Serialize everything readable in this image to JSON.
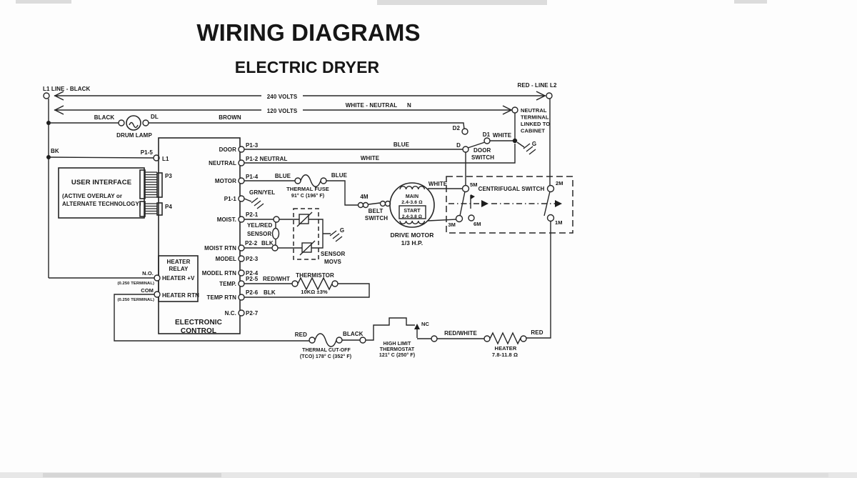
{
  "title": "WIRING DIAGRAMS",
  "subtitle": "ELECTRIC DRYER",
  "power": {
    "l1_line": "L1 LINE - BLACK",
    "l2_line": "RED - LINE L2",
    "volts_240": "240 VOLTS",
    "volts_120": "120 VOLTS",
    "white_neutral": "WHITE - NEUTRAL",
    "n": "N",
    "bk": "BK",
    "neutral_terminal": [
      "NEUTRAL",
      "TERMINAL",
      "LINKED TO",
      "CABINET"
    ]
  },
  "drum_lamp": {
    "label": "DRUM LAMP",
    "black": "BLACK",
    "dl": "DL",
    "brown": "BROWN"
  },
  "user_interface": {
    "title": "USER INTERFACE",
    "sub1": "(ACTIVE OVERLAY or",
    "sub2": "ALTERNATE TECHNOLOGY)"
  },
  "connectors": {
    "p3": "P3",
    "p4": "P4",
    "p1_5": "P1-5",
    "l1": "L1"
  },
  "control": {
    "name1": "ELECTRONIC",
    "name2": "CONTROL",
    "pins": [
      {
        "label": "DOOR",
        "pin": "P1-3"
      },
      {
        "label": "NEUTRAL",
        "pin": "P1-2 NEUTRAL"
      },
      {
        "label": "MOTOR",
        "pin": "P1-4"
      },
      {
        "label": "P1-1",
        "pin": "GRN/YEL"
      },
      {
        "label": "MOIST.",
        "pin": "P2-1"
      },
      {
        "label": "MOIST RTN",
        "pin": "P2-2",
        "wire": "BLK"
      },
      {
        "label": "MODEL",
        "pin": "P2-3"
      },
      {
        "label": "MODEL RTN",
        "pin": "P2-4"
      },
      {
        "label": "TEMP.",
        "pin": "P2-5",
        "wire": "RED/WHT"
      },
      {
        "label": "TEMP RTN",
        "pin": "P2-6",
        "wire": "BLK"
      },
      {
        "label": "N.C.",
        "pin": "P2-7"
      }
    ]
  },
  "heater_relay": {
    "name1": "HEATER",
    "name2": "RELAY",
    "plus": "HEATER +V",
    "rtn": "HEATER RTN",
    "no": "N.O.",
    "com": "COM",
    "note": "(0.250 TERMINAL)"
  },
  "wires": {
    "blue": "BLUE",
    "white": "WHITE",
    "yel_red": "YEL/RED",
    "sensor": "SENSOR"
  },
  "thermal_fuse": {
    "name": "THERMAL FUSE",
    "rating": "91° C (196° F)"
  },
  "moisture_sensor": {
    "name1": "SENSOR",
    "name2": "MOVS",
    "g": "G"
  },
  "thermistor": {
    "name": "THERMISTOR",
    "rating": "10KΩ ±3%"
  },
  "door_switch": {
    "name1": "DOOR",
    "name2": "SWITCH",
    "d": "D",
    "d1": "D1",
    "d2": "D2",
    "white": "WHITE",
    "g": "G"
  },
  "centrifugal_switch": {
    "name": "CENTRIFUGAL SWITCH",
    "m1": "1M",
    "m2": "2M",
    "m3": "3M",
    "m5": "5M",
    "m6": "6M"
  },
  "motor": {
    "main": "MAIN",
    "main_ohms": "2.4-3.6 Ω",
    "start": "START",
    "start_ohms": "2.4-3.8 Ω",
    "name1": "DRIVE MOTOR",
    "name2": "1/3 H.P.",
    "white": "WHITE"
  },
  "belt_switch": {
    "m4": "4M",
    "name1": "BELT",
    "name2": "SWITCH"
  },
  "heater_circuit": {
    "red_in": "RED",
    "black": "BLACK",
    "tco1": "THERMAL CUT-OFF",
    "tco2": "(TCO) 178° C (352° F)",
    "hl1": "HIGH LIMIT",
    "hl2": "THERMOSTAT",
    "hl3": "121° C (250° F)",
    "nc": "NC",
    "red_white": "RED/WHITE",
    "heater1": "HEATER",
    "heater2": "7.8-11.8 Ω",
    "red_out": "RED"
  }
}
